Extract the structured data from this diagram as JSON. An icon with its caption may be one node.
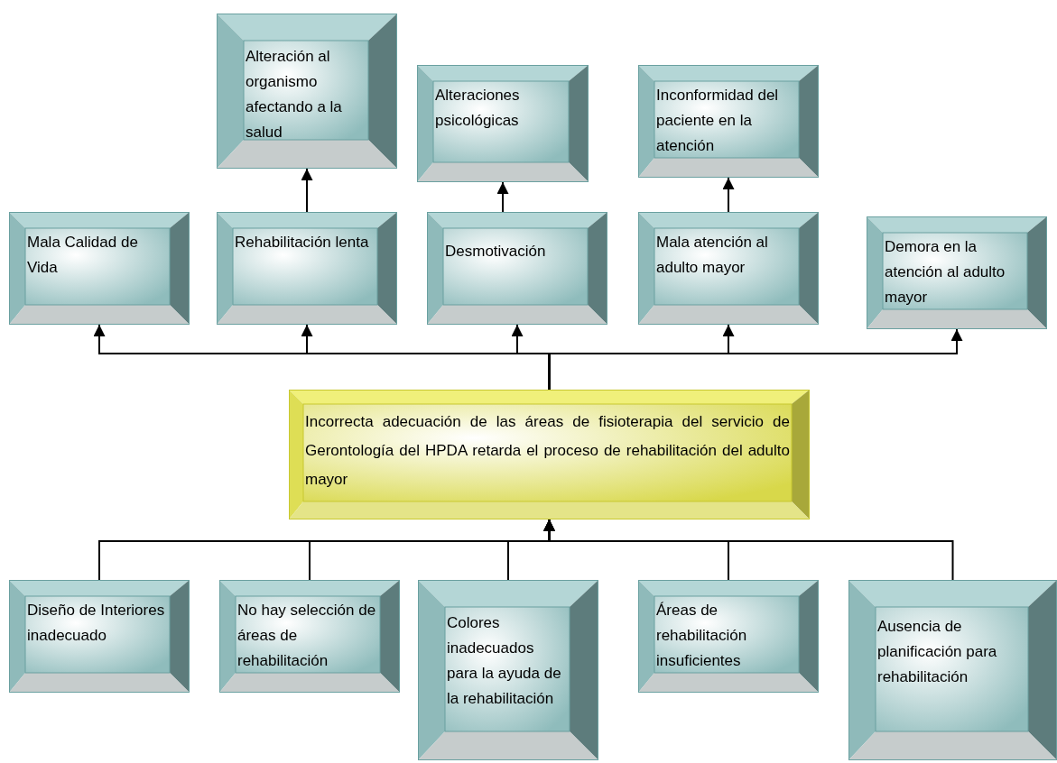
{
  "diagram": {
    "nodes": [
      {
        "text": [
          "Alteración al organismo afectando a la salud"
        ]
      },
      {
        "text": [
          "Alteraciones psicológicas"
        ]
      },
      {
        "text": [
          "Inconformidad del paciente en la atención"
        ]
      },
      {
        "text": [
          "Mala Calidad de Vida"
        ]
      },
      {
        "text": [
          "Rehabilitación lenta"
        ]
      },
      {
        "text": [
          "Desmotivación"
        ]
      },
      {
        "text": [
          "Mala atención al adulto mayor"
        ]
      },
      {
        "text": [
          "Demora en la atención al adulto mayor"
        ]
      },
      {
        "text": [
          "Incorrecta adecuación de las áreas de fisioterapia del servicio de Gerontología del HPDA retarda el proceso de rehabilitación del adulto mayor"
        ]
      },
      {
        "text": [
          "Diseño de Interiores inadecuado"
        ]
      },
      {
        "text": [
          "No hay selección de áreas de rehabilitación"
        ]
      },
      {
        "text": [
          "Colores inadecuados para la ayuda de la rehabilitación"
        ]
      },
      {
        "text": [
          "Áreas de rehabilitación insuficientes"
        ]
      },
      {
        "text": [
          "Ausencia de planificación para rehabilitación"
        ]
      }
    ],
    "edges": [
      {
        "from": 4,
        "to": 0,
        "arrow": "to"
      },
      {
        "from": 5,
        "to": 1,
        "arrow": "to"
      },
      {
        "from": 6,
        "to": 2,
        "arrow": "to"
      },
      {
        "from": 8,
        "to": 3,
        "arrow": "to"
      },
      {
        "from": 8,
        "to": 4,
        "arrow": "to"
      },
      {
        "from": 8,
        "to": 5,
        "arrow": "to"
      },
      {
        "from": 8,
        "to": 6,
        "arrow": "to"
      },
      {
        "from": 8,
        "to": 7,
        "arrow": "to"
      },
      {
        "from": 9,
        "to": 8,
        "arrow": "to"
      },
      {
        "from": 10,
        "to": 8,
        "arrow": "to"
      },
      {
        "from": 11,
        "to": 8,
        "arrow": "to"
      },
      {
        "from": 12,
        "to": 8,
        "arrow": "to"
      },
      {
        "from": 13,
        "to": 8,
        "arrow": "to"
      }
    ]
  }
}
